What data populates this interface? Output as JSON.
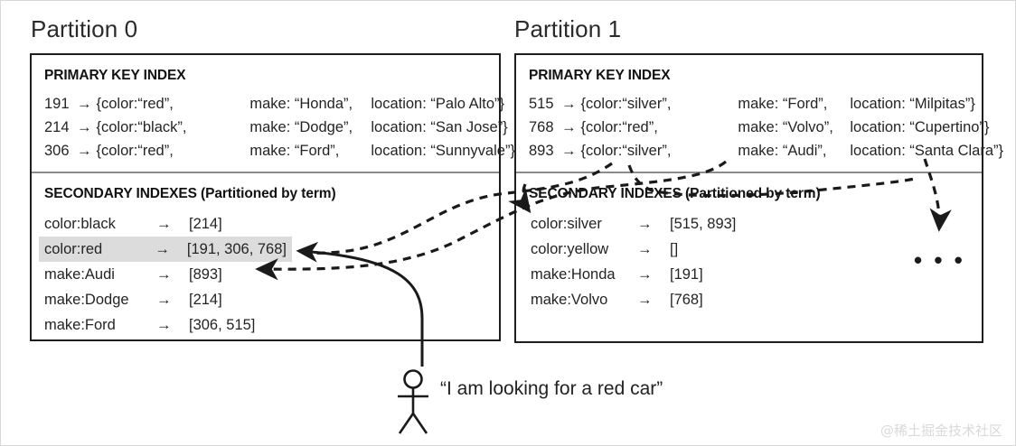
{
  "partitions": [
    {
      "title": "Partition 0",
      "primary": {
        "heading": "PRIMARY KEY INDEX",
        "rows": [
          {
            "key": "191",
            "arrow": "→",
            "open": "{color: ",
            "color": "“red”,",
            "make": "make: “Honda”,",
            "location": "location: “Palo Alto”}"
          },
          {
            "key": "214",
            "arrow": "→",
            "open": "{color: ",
            "color": "“black”,",
            "make": "make: “Dodge”,",
            "location": "location: “San Jose”}"
          },
          {
            "key": "306",
            "arrow": "→",
            "open": "{color: ",
            "color": "“red”,",
            "make": "make: “Ford”,",
            "location": "location: “Sunnyvale”}"
          }
        ]
      },
      "secondary": {
        "heading": "SECONDARY INDEXES (Partitioned by term)",
        "rows": [
          {
            "term": "color:black",
            "arrow": "→",
            "postings": "[214]",
            "highlight": false
          },
          {
            "term": "color:red",
            "arrow": "→",
            "postings": "[191, 306, 768]",
            "highlight": true
          },
          {
            "term": "make:Audi",
            "arrow": "→",
            "postings": "[893]",
            "highlight": false
          },
          {
            "term": "make:Dodge",
            "arrow": "→",
            "postings": "[214]",
            "highlight": false
          },
          {
            "term": "make:Ford",
            "arrow": "→",
            "postings": "[306, 515]",
            "highlight": false
          }
        ]
      }
    },
    {
      "title": "Partition 1",
      "primary": {
        "heading": "PRIMARY KEY INDEX",
        "rows": [
          {
            "key": "515",
            "arrow": "→",
            "open": "{color: ",
            "color": "“silver”,",
            "make": "make: “Ford”,",
            "location": "location: “Milpitas”}"
          },
          {
            "key": "768",
            "arrow": "→",
            "open": "{color: ",
            "color": "“red”,",
            "make": "make: “Volvo”,",
            "location": "location: “Cupertino”}"
          },
          {
            "key": "893",
            "arrow": "→",
            "open": "{color: ",
            "color": "“silver”,",
            "make": "make: “Audi”,",
            "location": "location: “Santa Clara”}"
          }
        ]
      },
      "secondary": {
        "heading": "SECONDARY INDEXES (Partitioned by term)",
        "rows": [
          {
            "term": "color:silver",
            "arrow": "→",
            "postings": "[515, 893]",
            "highlight": false
          },
          {
            "term": "color:yellow",
            "arrow": "→",
            "postings": "[]",
            "highlight": false
          },
          {
            "term": "make:Honda",
            "arrow": "→",
            "postings": "[191]",
            "highlight": false
          },
          {
            "term": "make:Volvo",
            "arrow": "→",
            "postings": "[768]",
            "highlight": false
          }
        ]
      },
      "ellipsis": "• • •"
    }
  ],
  "user": {
    "quote": "“I am looking for a red car”"
  },
  "watermark": "@稀土掘金技术社区",
  "colors": {
    "border": "#1e1e1e",
    "divider": "#8b8b8b",
    "highlight": "#dcdcdc",
    "text": "#242424",
    "watermark": "#d9d9d9"
  }
}
